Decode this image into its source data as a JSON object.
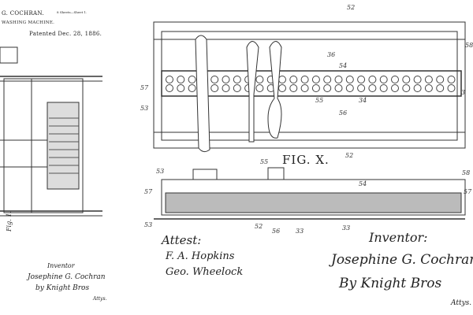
{
  "header": {
    "inventor_name": "G. COCHRAN.",
    "title": "WASHING MACHINE.",
    "sheets": "8 Sheets—Sheet 1.",
    "patented": "Patented Dec. 28, 1886."
  },
  "figures": {
    "fig_x_label": "FIG. X.",
    "fig_1_label": "Fig. 1.",
    "top_labels": [
      "52",
      "36",
      "54",
      "57",
      "53",
      "55",
      "34",
      "56",
      "3",
      "52",
      "58"
    ],
    "bottom_labels": [
      "53",
      "55",
      "54",
      "58",
      "57",
      "53",
      "52",
      "56",
      "33",
      "33",
      "57"
    ]
  },
  "attest": {
    "heading": "Attest:",
    "witnesses": [
      "F. A. Hopkins",
      "Geo. Wheelock"
    ]
  },
  "inventor": {
    "heading": "Inventor:",
    "name": "Josephine G. Cochran",
    "by": "By Knight Bros",
    "attys": "Attys."
  },
  "left_signature": {
    "heading": "Inventor",
    "name": "Josephine G. Cochran",
    "by": "by Knight Bros",
    "attys": "Attys."
  }
}
